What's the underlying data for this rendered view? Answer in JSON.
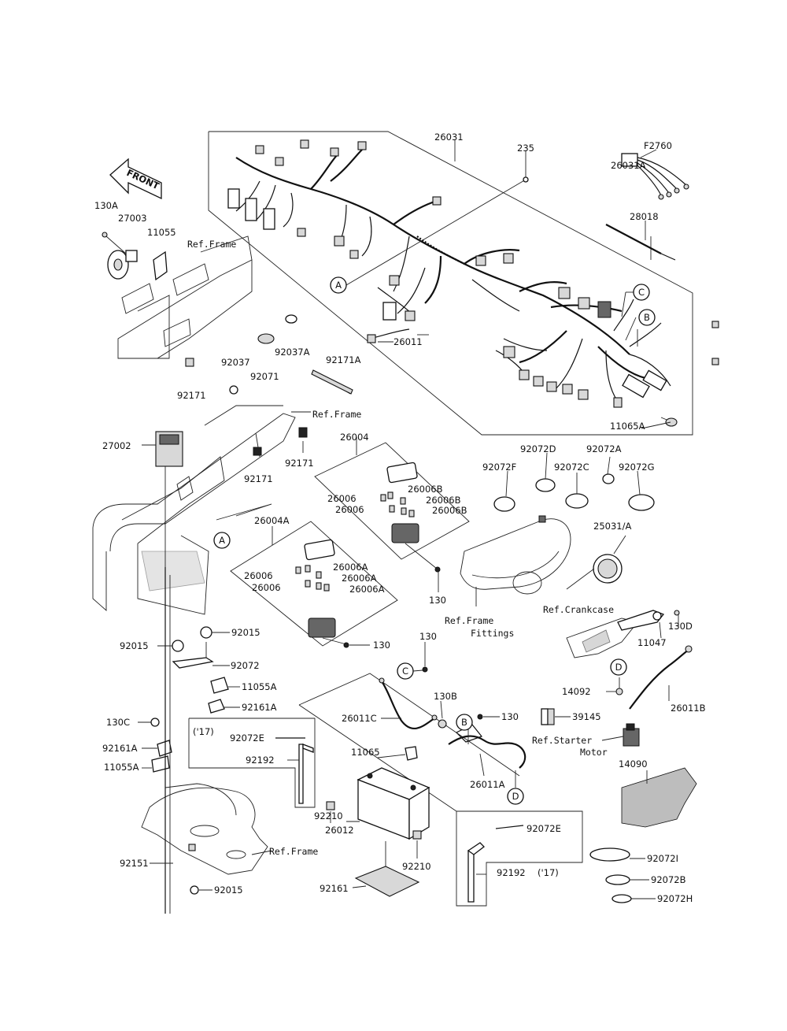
{
  "front_label": "FRONT",
  "callouts": {
    "A1": "A",
    "A2": "A",
    "B1": "B",
    "B2": "B",
    "C1": "C",
    "C2": "C",
    "D1": "D",
    "D2": "D"
  },
  "parts": {
    "p26031": "26031",
    "p235": "235",
    "pF2760": "F2760",
    "p26031A": "26031A",
    "p28018": "28018",
    "p26011": "26011",
    "p11065A": "11065A",
    "p130A": "130A",
    "p27003": "27003",
    "p11055": "11055",
    "p92037": "92037",
    "p92071": "92071",
    "p92037A": "92037A",
    "p92171A": "92171A",
    "p92171_a": "92171",
    "p92171_b": "92171",
    "p92171_c": "92171",
    "p27002": "27002",
    "p26004": "26004",
    "p26006_a": "26006",
    "p26006_b": "26006",
    "p26006B_a": "26006B",
    "p26006B_b": "26006B",
    "p26006B_c": "26006B",
    "p26004A": "26004A",
    "p26006_c": "26006",
    "p26006_d": "26006",
    "p26006A_a": "26006A",
    "p26006A_b": "26006A",
    "p26006A_c": "26006A",
    "p130_a": "130",
    "p130_b": "130",
    "p92072F": "92072F",
    "p92072D": "92072D",
    "p92072C": "92072C",
    "p92072A": "92072A",
    "p92072G": "92072G",
    "p25031A": "25031/A",
    "p130D": "130D",
    "p11047": "11047",
    "p92015_a": "92015",
    "p92015_b": "92015",
    "p92072": "92072",
    "p11055A_a": "11055A",
    "p92161A_a": "92161A",
    "p130C": "130C",
    "p92161A_b": "92161A",
    "p11055A_b": "11055A",
    "p130_c": "130",
    "p130B": "130B",
    "p130_d": "130",
    "p26011C": "26011C",
    "p11065": "11065",
    "p92072E_a": "92072E",
    "p92192_a": "92192",
    "p92210_a": "92210",
    "p26012": "26012",
    "p92210_b": "92210",
    "p92161": "92161",
    "p92072E_b": "92072E",
    "p92192_b": "92192",
    "p26011A": "26011A",
    "p14092": "14092",
    "p26011B": "26011B",
    "p39145": "39145",
    "p14090": "14090",
    "p92072I": "92072I",
    "p92072B": "92072B",
    "p92072H": "92072H",
    "p92151": "92151",
    "p92015_c": "92015"
  },
  "notes": {
    "yr17_a": "('17)",
    "yr17_b": "('17)"
  },
  "refs": {
    "frame1": "Ref.Frame",
    "frame2": "Ref.Frame",
    "frame3": "Ref.Frame",
    "frame_fittings_1": "Ref.Frame",
    "frame_fittings_2": "Fittings",
    "crankcase": "Ref.Crankcase",
    "starter_1": "Ref.Starter",
    "starter_2": "Motor"
  }
}
